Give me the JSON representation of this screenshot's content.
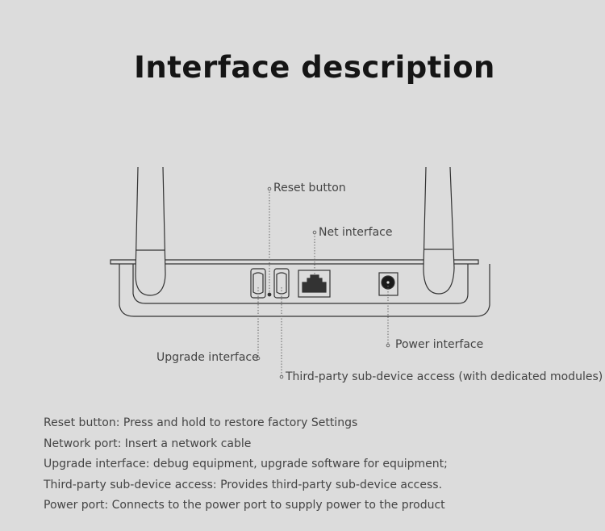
{
  "title": "Interface description",
  "callouts": {
    "reset": "Reset button",
    "net": "Net interface",
    "power": "Power interface",
    "upgrade": "Upgrade interface",
    "third_party": "Third-party sub-device access (with dedicated modules)"
  },
  "descriptions": [
    "Reset button: Press and hold to restore factory Settings",
    "Network port: Insert a network cable",
    "Upgrade interface: debug equipment, upgrade software for equipment;",
    "Third-party sub-device access: Provides third-party sub-device access.",
    "Power port: Connects to the power port to supply power to the product"
  ]
}
